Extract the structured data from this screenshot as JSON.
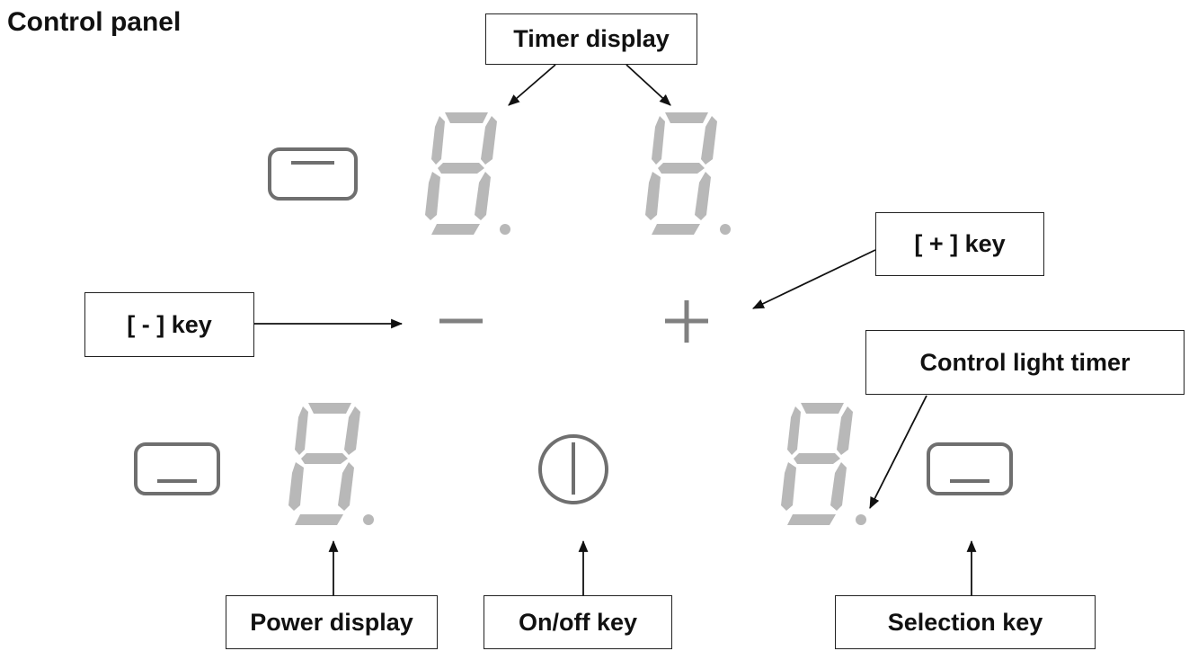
{
  "title": "Control panel",
  "labels": {
    "timer_display": "Timer display",
    "plus_key": "[ + ] key",
    "minus_key": "[ - ] key",
    "control_light_timer": "Control light timer",
    "power_display": "Power display",
    "onoff_key": "On/off key",
    "selection_key": "Selection key"
  },
  "icons": {
    "seven_segment": "seven-segment-digit-icon",
    "minus": "minus-icon",
    "plus": "plus-icon",
    "power": "power-icon",
    "selection": "selection-key-icon"
  },
  "colors": {
    "segment": "#b8b8b8",
    "key_outline": "#6f6f6f",
    "line": "#111111"
  }
}
